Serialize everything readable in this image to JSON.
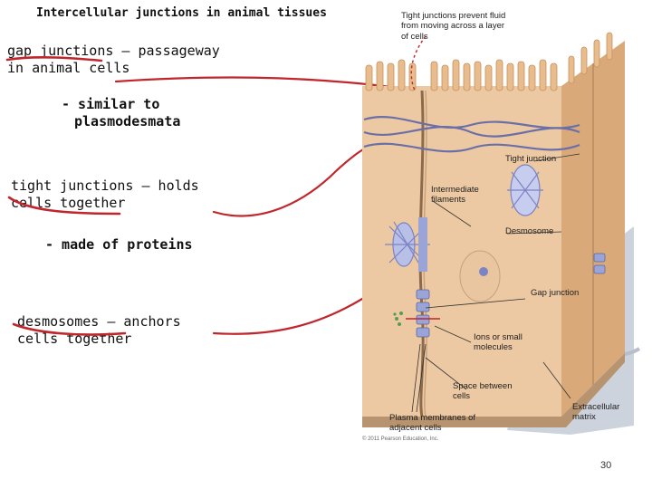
{
  "slide": {
    "title": "Intercellular junctions in animal tissues",
    "notes": {
      "gap": "gap junctions – passageway in animal cells",
      "gap_sub": "- similar to plasmodesmata",
      "tight": "tight junctions – holds cells together",
      "tight_sub": "- made of proteins",
      "desmo": "desmosomes – anchors cells together"
    },
    "page_number": "30"
  },
  "figure": {
    "callout_top": "Tight junctions prevent fluid from moving across a layer of cells",
    "labels": {
      "tight_junction": "Tight junction",
      "intermediate_filaments": "Intermediate filaments",
      "desmosome": "Desmosome",
      "gap_junction": "Gap junction",
      "ions": "Ions or small molecules",
      "space": "Space between cells",
      "plasma": "Plasma membranes of adjacent cells",
      "ecm": "Extracellular matrix"
    },
    "copyright": "© 2011 Pearson Education, Inc.",
    "colors": {
      "cell": "#ecc9a2",
      "cell_dark": "#d9a97a",
      "matrix": "#cdd3dc",
      "annotation": "#c0262c",
      "junction": "#9aa4d6"
    }
  }
}
